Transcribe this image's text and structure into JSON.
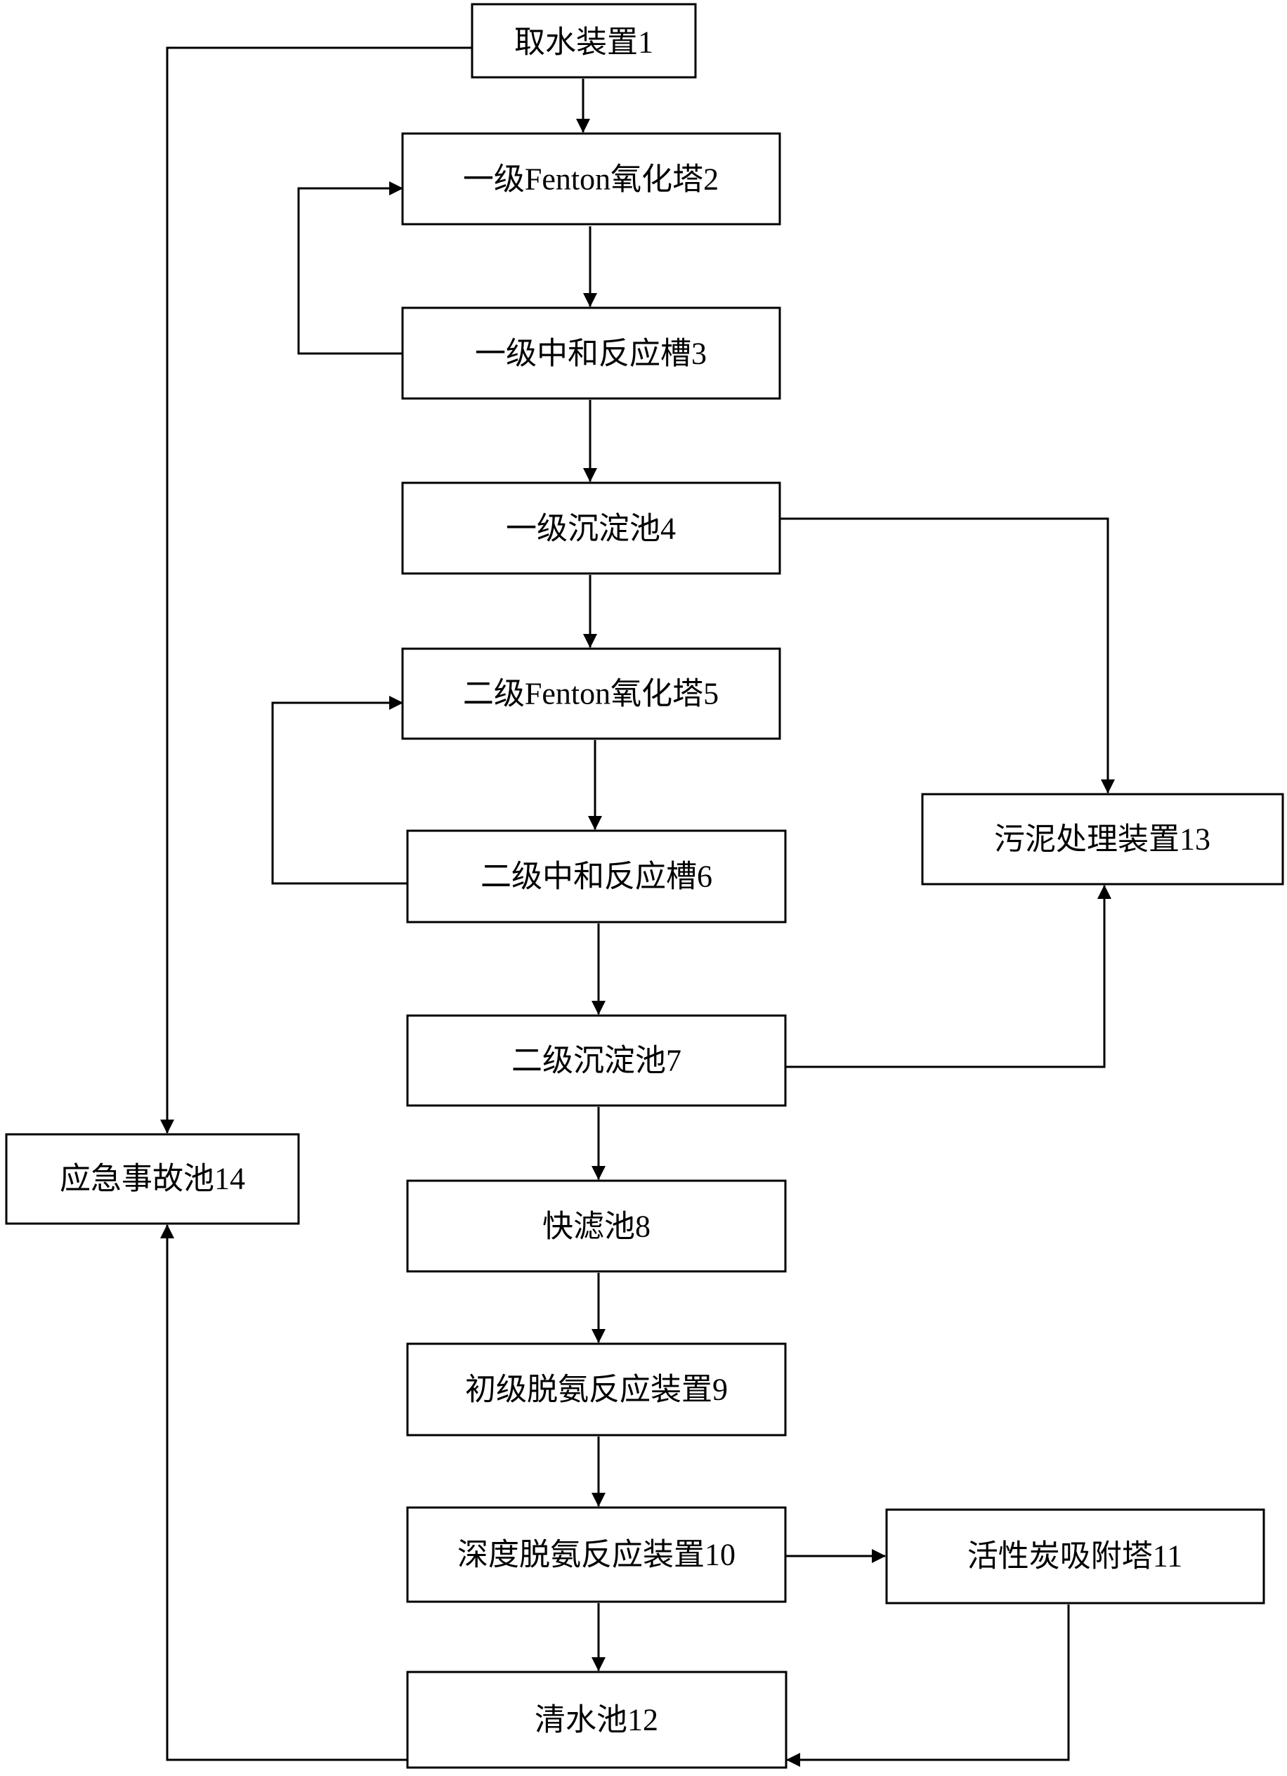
{
  "nodes": [
    {
      "id": "n1",
      "label": "取水装置1"
    },
    {
      "id": "n2",
      "label": "一级Fenton氧化塔2"
    },
    {
      "id": "n3",
      "label": "一级中和反应槽3"
    },
    {
      "id": "n4",
      "label": "一级沉淀池4"
    },
    {
      "id": "n5",
      "label": "二级Fenton氧化塔5"
    },
    {
      "id": "n6",
      "label": "二级中和反应槽6"
    },
    {
      "id": "n7",
      "label": "二级沉淀池7"
    },
    {
      "id": "n8",
      "label": "快滤池8"
    },
    {
      "id": "n9",
      "label": "初级脱氨反应装置9"
    },
    {
      "id": "n10",
      "label": "深度脱氨反应装置10"
    },
    {
      "id": "n11",
      "label": "活性炭吸附塔11"
    },
    {
      "id": "n12",
      "label": "清水池12"
    },
    {
      "id": "n13",
      "label": "污泥处理装置13"
    },
    {
      "id": "n14",
      "label": "应急事故池14"
    }
  ],
  "edges": [
    {
      "from": "n1",
      "to": "n2"
    },
    {
      "from": "n2",
      "to": "n3"
    },
    {
      "from": "n3",
      "to": "n2"
    },
    {
      "from": "n3",
      "to": "n4"
    },
    {
      "from": "n4",
      "to": "n5"
    },
    {
      "from": "n4",
      "to": "n13"
    },
    {
      "from": "n5",
      "to": "n6"
    },
    {
      "from": "n6",
      "to": "n5"
    },
    {
      "from": "n6",
      "to": "n7"
    },
    {
      "from": "n7",
      "to": "n13"
    },
    {
      "from": "n7",
      "to": "n8"
    },
    {
      "from": "n8",
      "to": "n9"
    },
    {
      "from": "n9",
      "to": "n10"
    },
    {
      "from": "n10",
      "to": "n11"
    },
    {
      "from": "n10",
      "to": "n12"
    },
    {
      "from": "n11",
      "to": "n12"
    },
    {
      "from": "n1",
      "to": "n14"
    },
    {
      "from": "n12",
      "to": "n14"
    }
  ]
}
